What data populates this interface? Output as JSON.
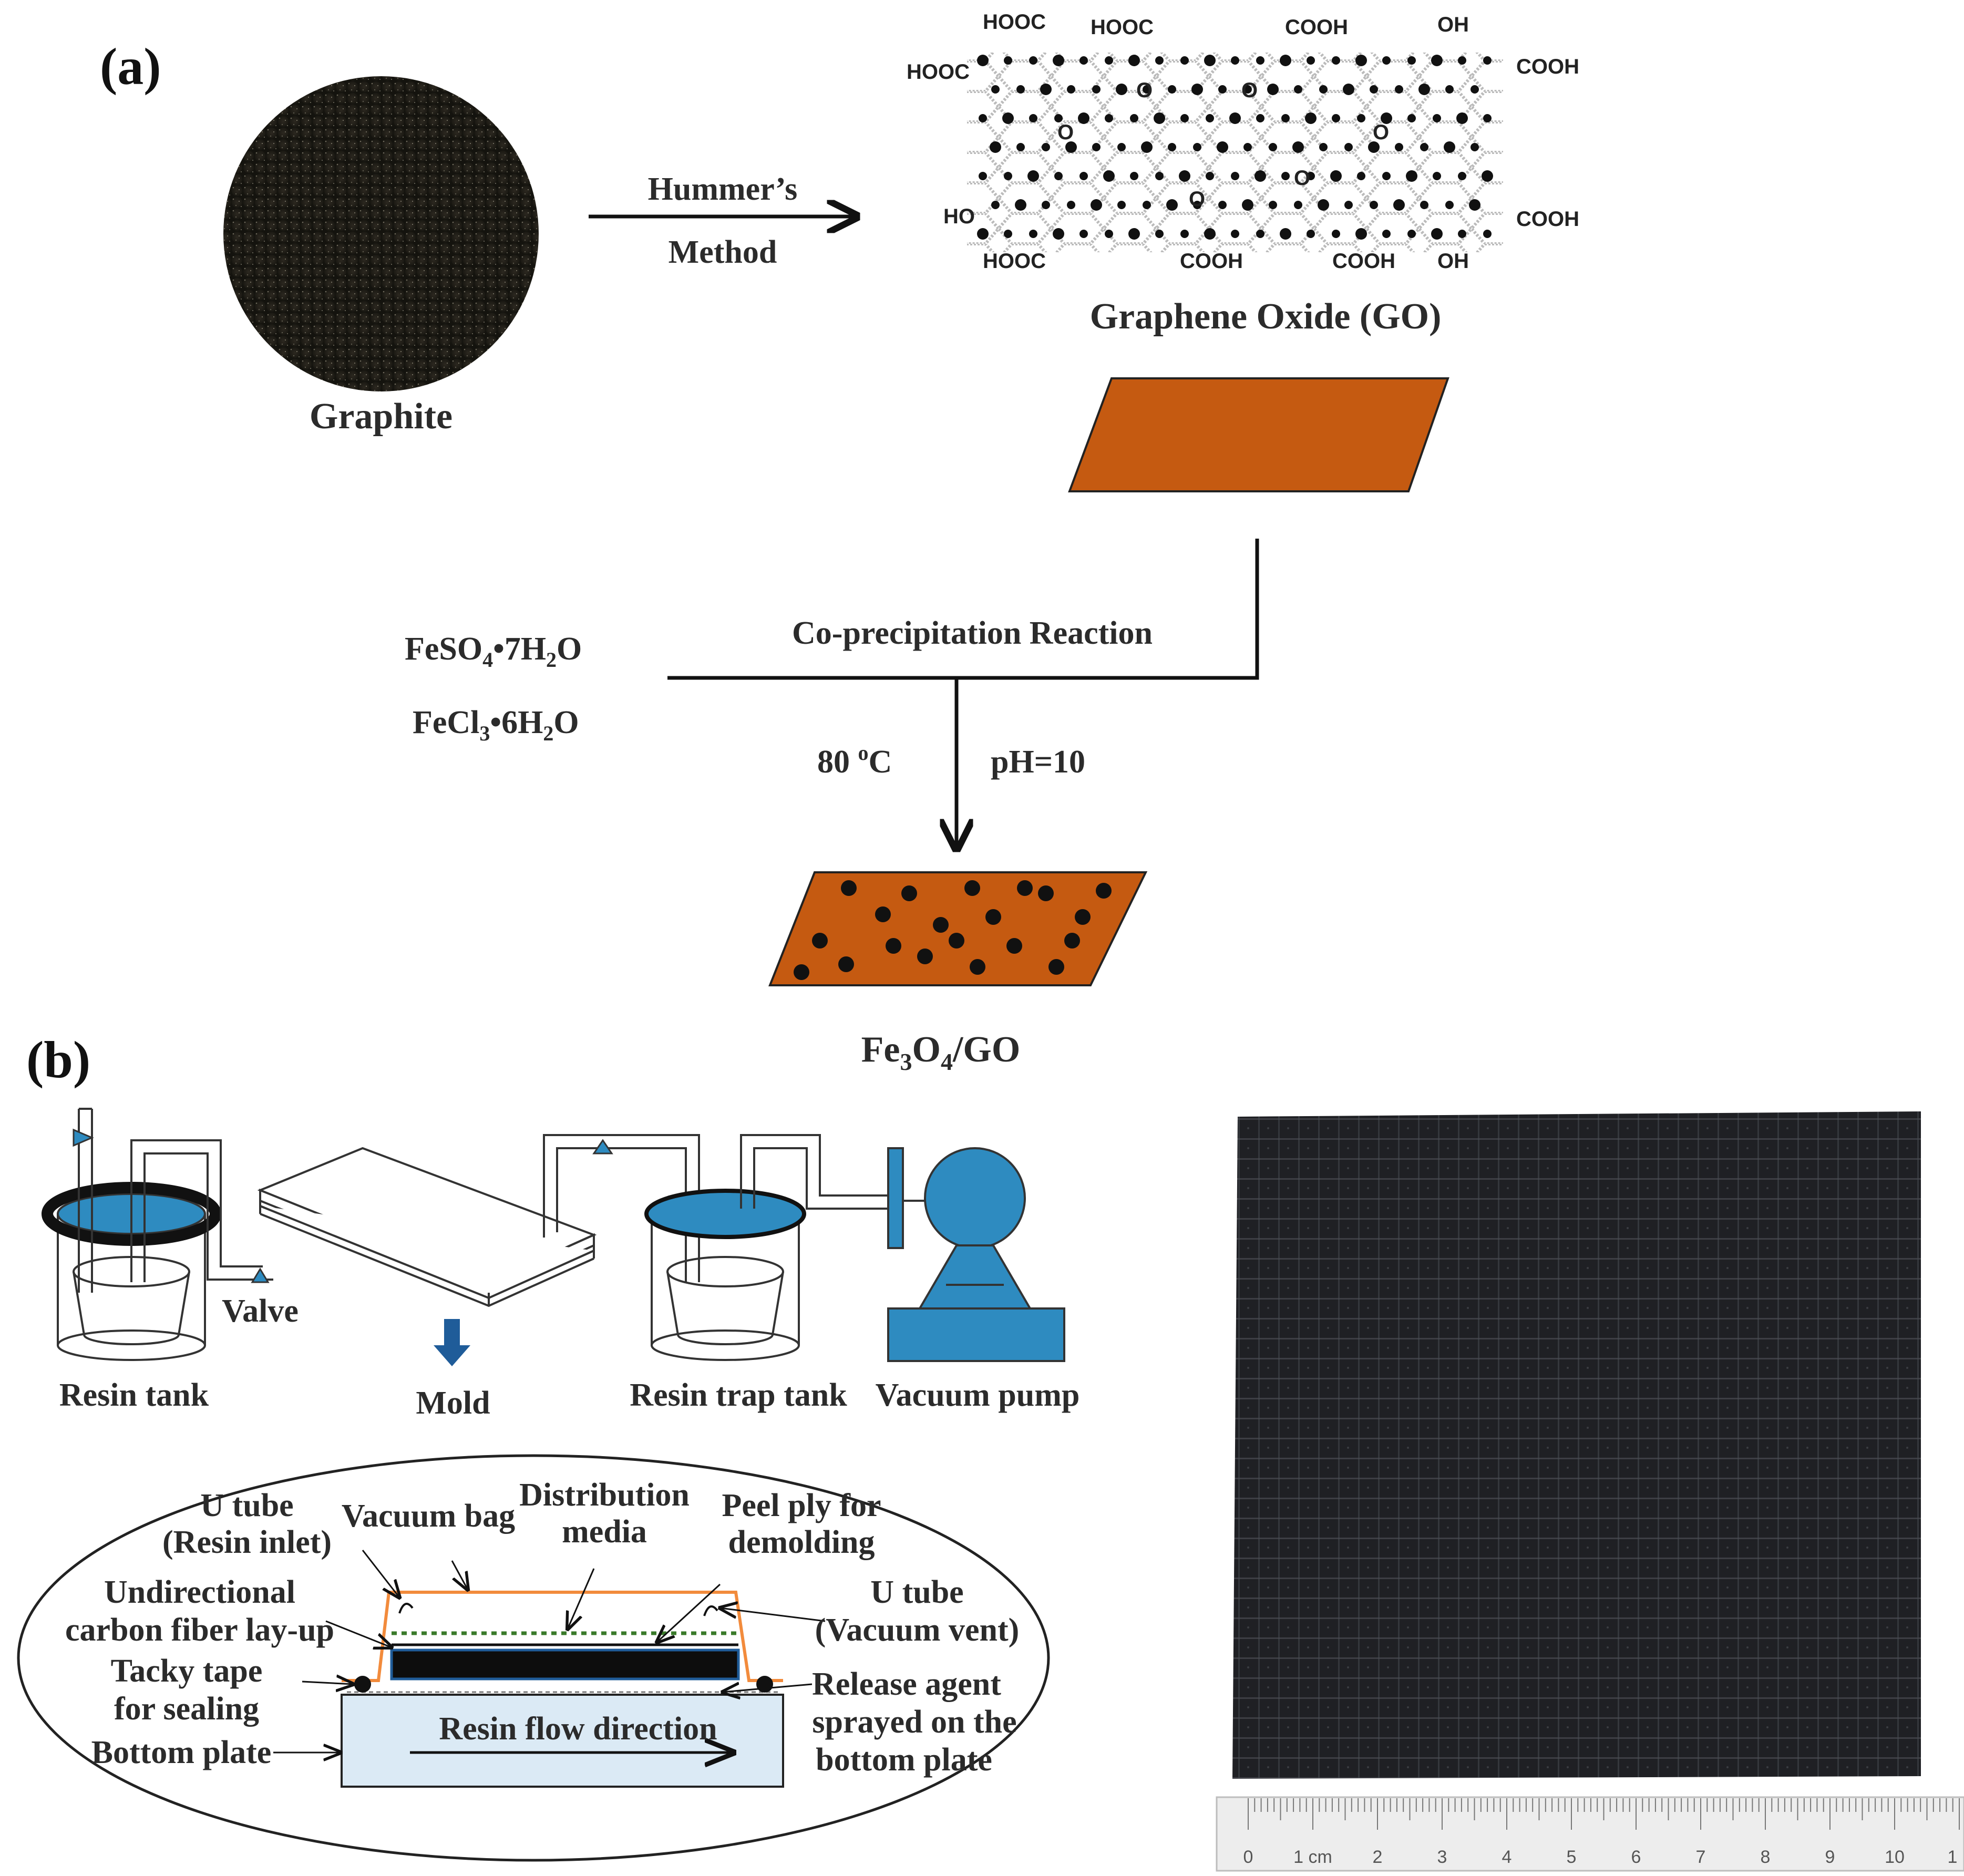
{
  "panel_a": {
    "label": "(a)",
    "graphite_label": "Graphite",
    "arrow_label_line1": "Hummer’s",
    "arrow_label_line2": "Method",
    "go_label": "Graphene Oxide (GO)",
    "functional_groups": {
      "g1": "HOOC",
      "g2": "HOOC",
      "g3": "COOH",
      "g4": "OH",
      "g5": "HOOC",
      "g6": "COOH",
      "g7": "HO",
      "g8": "COOH",
      "g9": "HOOC",
      "g10": "COOH",
      "g11": "COOH",
      "g12": "OH"
    },
    "epoxy_o": "O",
    "reaction_label": "Co-precipitation Reaction",
    "reagent1": {
      "a": "FeSO",
      "b": "4",
      "c": "•7H",
      "d": "2",
      "e": "O"
    },
    "reagent2": {
      "a": "FeCl",
      "b": "3",
      "c": "•6H",
      "d": "2",
      "e": "O"
    },
    "temperature": {
      "num": "80 ",
      "deg": "o",
      "unit": "C"
    },
    "ph": "pH=10",
    "product": {
      "a": "Fe",
      "b": "3",
      "c": "O",
      "d": "4",
      "e": "/GO"
    },
    "colors": {
      "go_sheet": "#c55a11",
      "equipment_blue": "#2e8bc0",
      "bag_orange": "#f4a460"
    }
  },
  "panel_b": {
    "label": "(b)",
    "equipment": {
      "resin_tank": "Resin tank",
      "valve": "Valve",
      "mold": "Mold",
      "resin_trap_tank": "Resin trap tank",
      "vacuum_pump": "Vacuum pump"
    },
    "detail": {
      "u_tube_inlet_1": "U tube",
      "u_tube_inlet_2": "(Resin inlet)",
      "vacuum_bag": "Vacuum bag",
      "distribution_1": "Distribution",
      "distribution_2": "media",
      "peel_ply_1": "Peel ply for",
      "peel_ply_2": "demolding",
      "undirectional_1": "Undirectional",
      "undirectional_2": "carbon fiber lay-up",
      "u_tube_vent_1": "U tube",
      "u_tube_vent_2": "(Vacuum vent)",
      "tacky_1": "Tacky tape",
      "tacky_2": "for sealing",
      "release_1": "Release agent",
      "release_2": "sprayed on the",
      "release_3": "bottom plate",
      "bottom_plate": "Bottom plate",
      "flow": "Resin flow direction"
    },
    "ruler": {
      "ticks": [
        "0",
        "1 cm",
        "2",
        "3",
        "4",
        "5",
        "6",
        "7",
        "8",
        "9",
        "10",
        "1"
      ]
    }
  }
}
